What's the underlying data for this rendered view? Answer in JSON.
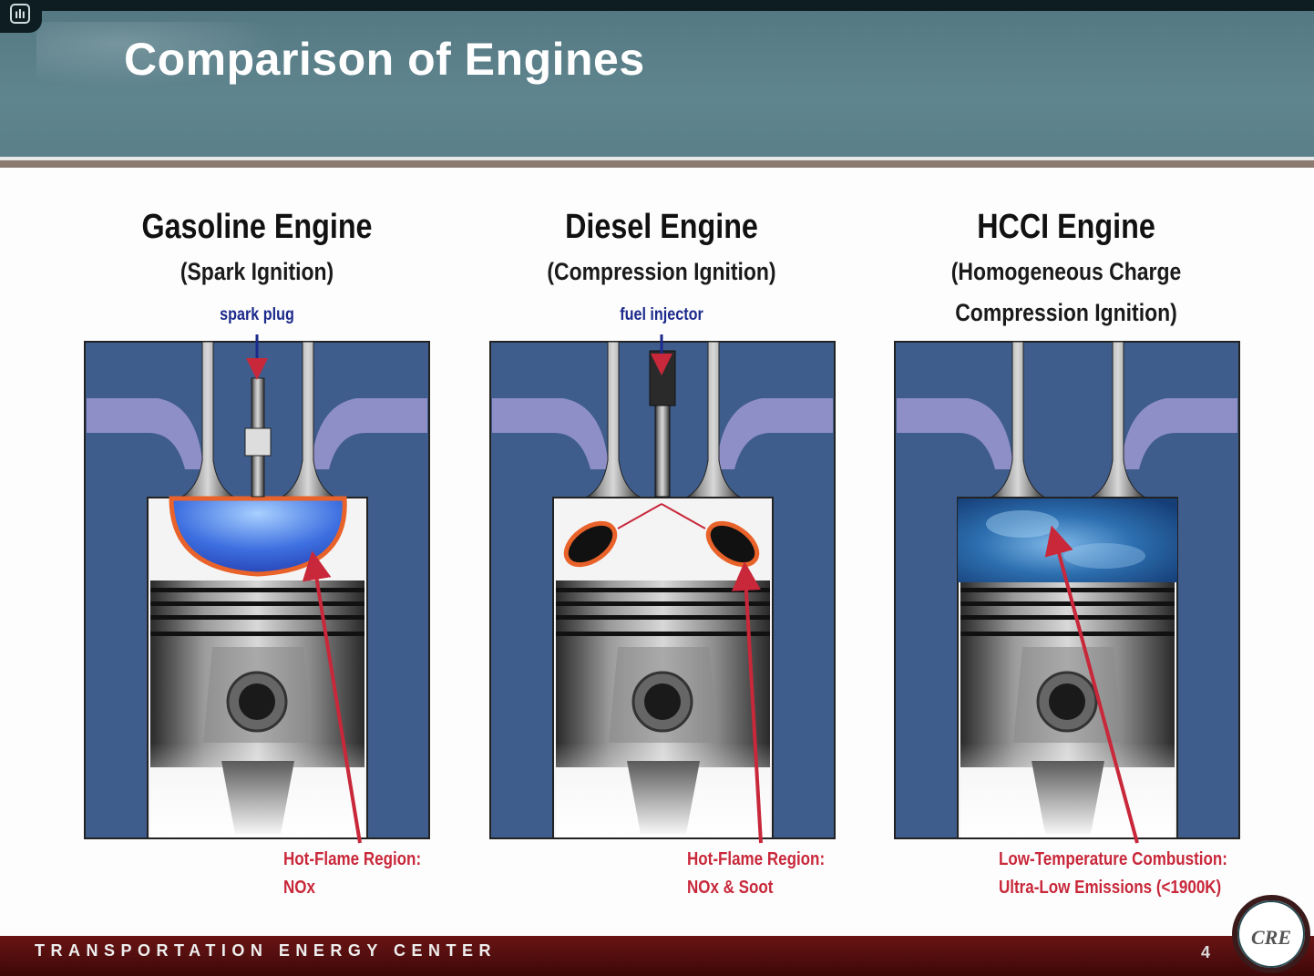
{
  "slide": {
    "title": "Comparison of Engines",
    "footer": "TRANSPORTATION ENERGY CENTER",
    "page_number": "4",
    "logo_text": "CRE"
  },
  "engines": [
    {
      "name": "Gasoline Engine",
      "subtitle": "(Spark Ignition)",
      "callout": "spark plug",
      "combustion": "flame",
      "note_line1": "Hot-Flame Region:",
      "note_line2": "NOx"
    },
    {
      "name": "Diesel Engine",
      "subtitle": "(Compression Ignition)",
      "callout": "fuel injector",
      "combustion": "soot",
      "note_line1": "Hot-Flame Region:",
      "note_line2": "NOx & Soot"
    },
    {
      "name": "HCCI Engine",
      "subtitle_line1": "(Homogeneous Charge",
      "subtitle_line2": "Compression Ignition)",
      "combustion": "hcci",
      "note_line1": "Low-Temperature Combustion:",
      "note_line2": "Ultra-Low Emissions (<1900K)"
    }
  ],
  "colors": {
    "header": "#5a7f89",
    "panel": "#3f5d8c",
    "port": "#8f8fc8",
    "arrow": "#c8283a",
    "footer": "#5a0f0f"
  }
}
